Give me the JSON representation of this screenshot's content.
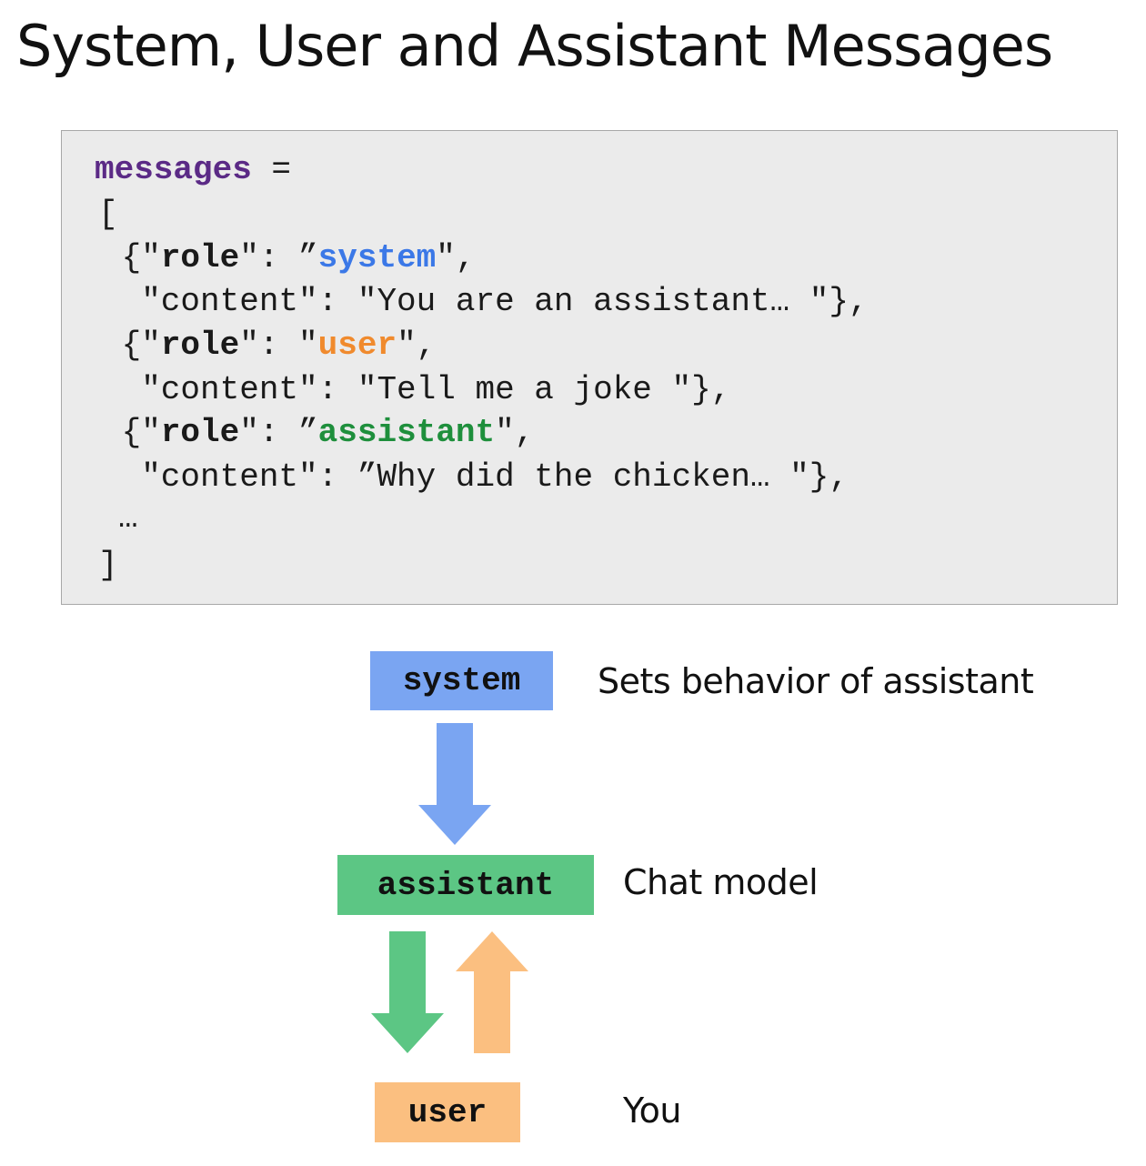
{
  "title": "System, User and Assistant Messages",
  "code": {
    "messages_var": "messages",
    "equals": " =",
    "open_bracket": "[",
    "close_bracket": "]",
    "ellipsis": "…",
    "entries": [
      {
        "role_prefix": " {\"",
        "role_key": "role",
        "role_mid": "\": ”",
        "role_value": "system",
        "role_suffix": "\",",
        "content_prefix": "  \"content\": \"You are an assistant… \"},"
      },
      {
        "role_prefix": " {\"",
        "role_key": "role",
        "role_mid": "\": \"",
        "role_value": "user",
        "role_suffix": "\",",
        "content_prefix": "  \"content\": \"Tell me a joke \"},"
      },
      {
        "role_prefix": " {\"",
        "role_key": "role",
        "role_mid": "\": ”",
        "role_value": "assistant",
        "role_suffix": "\",",
        "content_prefix": "  \"content\": ”Why did the chicken… \"},"
      }
    ]
  },
  "diagram": {
    "system": {
      "label": "system",
      "description": "Sets behavior of assistant",
      "color": "#7aa5f2"
    },
    "assistant": {
      "label": "assistant",
      "description": "Chat model",
      "color": "#5cc684"
    },
    "user": {
      "label": "user",
      "description": "You",
      "color": "#fbbf80"
    }
  },
  "colors": {
    "code_background": "#ebebeb",
    "messages_var": "#5b2a86",
    "system": "#3b78e7",
    "user": "#f08a2d",
    "assistant": "#1e8f3c"
  }
}
